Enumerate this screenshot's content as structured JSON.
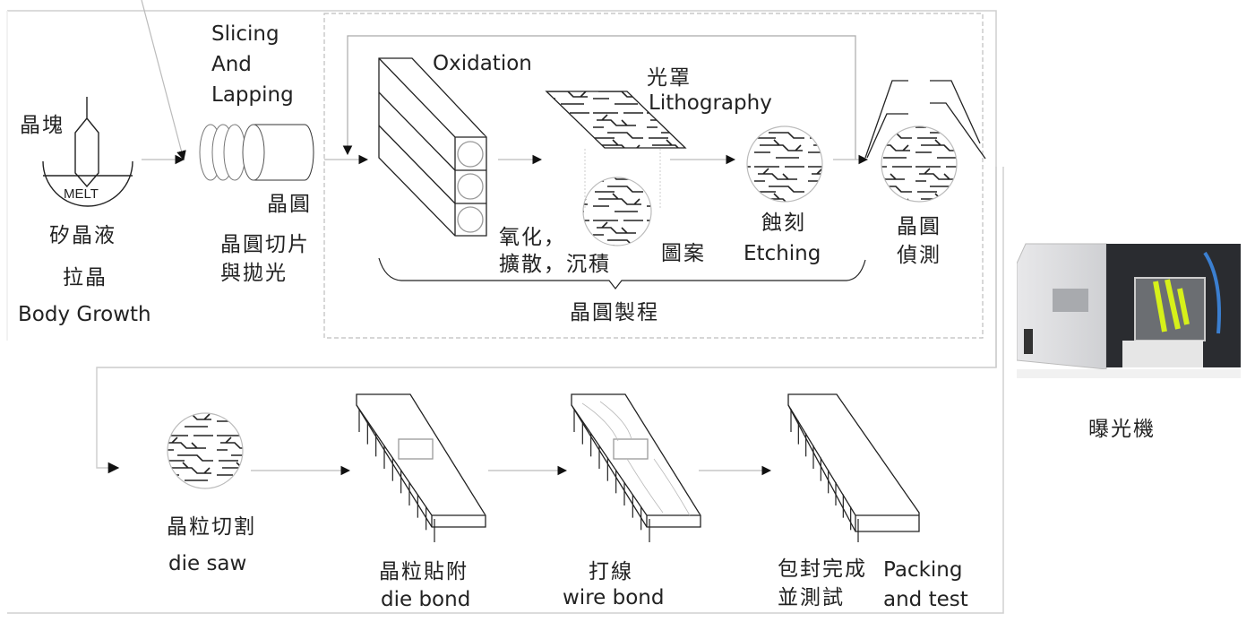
{
  "diagram": {
    "title": "Semiconductor manufacturing process flow",
    "steps": [
      {
        "id": "body-growth",
        "labels": {
          "ingot": "晶塊",
          "melt": "MELT",
          "liquid": "矽晶液",
          "zh": "拉晶",
          "en": "Body Growth"
        }
      },
      {
        "id": "slicing",
        "labels": {
          "en_line1": "Slicing",
          "en_line2": "And",
          "en_line3": "Lapping",
          "wafer": "晶圓",
          "zh_line1": "晶圓切片",
          "zh_line2": "與拋光"
        }
      },
      {
        "id": "oxidation",
        "labels": {
          "en": "Oxidation",
          "zh_line1": "氧化，",
          "zh_line2": "擴散，沉積"
        }
      },
      {
        "id": "lithography",
        "labels": {
          "mask": "光罩",
          "en": "Lithography",
          "pattern": "圖案"
        }
      },
      {
        "id": "etching",
        "labels": {
          "zh": "蝕刻",
          "en": "Etching"
        }
      },
      {
        "id": "inspection",
        "labels": {
          "zh_line1": "晶圓",
          "zh_line2": "偵測"
        }
      },
      {
        "id": "die-saw",
        "labels": {
          "zh": "晶粒切割",
          "en": "die saw"
        }
      },
      {
        "id": "die-bond",
        "labels": {
          "zh": "晶粒貼附",
          "en": "die bond"
        }
      },
      {
        "id": "wire-bond",
        "labels": {
          "zh": "打線",
          "en": "wire bond"
        }
      },
      {
        "id": "packing",
        "labels": {
          "zh_line1": "包封完成",
          "zh_line2": "並測試",
          "en_line1": "Packing",
          "en_line2": "and test"
        }
      }
    ],
    "group_label": "晶圓製程",
    "machine_caption": "曝光機",
    "colors": {
      "line": "#222222",
      "frame": "#c8c8c8",
      "dashed": "#bdbdbd",
      "arrow_line": "#bbbbbb",
      "accent_yellow": "#d6f01a",
      "accent_blue": "#3b7fd0"
    }
  }
}
